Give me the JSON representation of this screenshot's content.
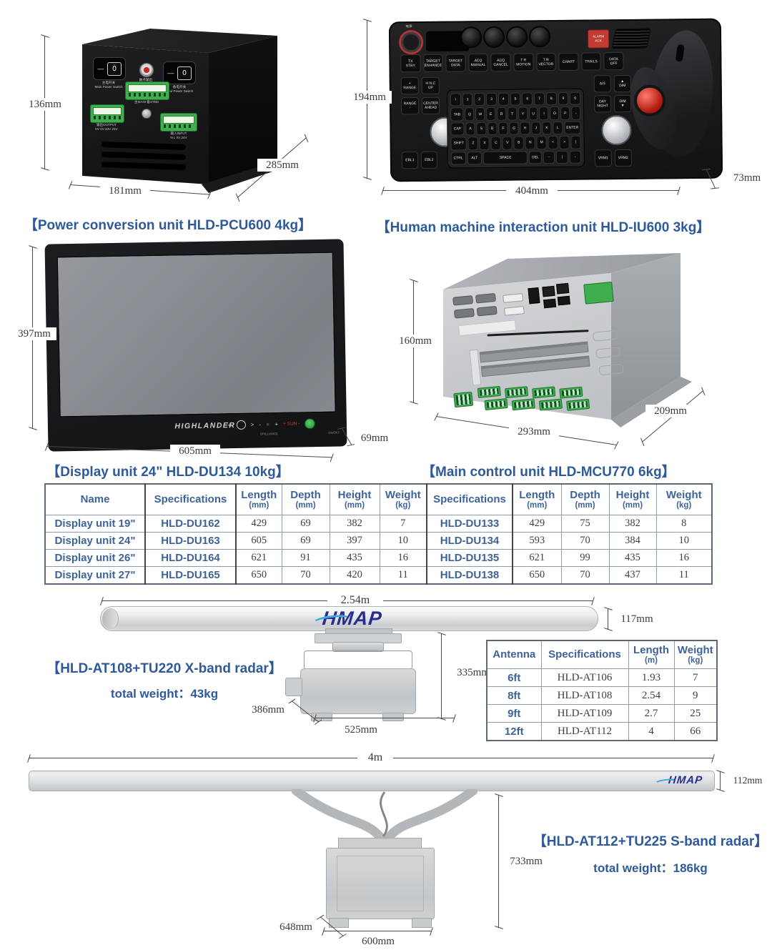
{
  "colors": {
    "accent": "#2e5a9b",
    "table_border": "#8e9bad",
    "logo_blue": "#282d8e",
    "logo_wave": "#45a7de",
    "alarm_red": "#c23b34"
  },
  "pcu": {
    "title": "【Power conversion unit  HLD-PCU600 4kg】",
    "dim_height": "136mm",
    "dim_width": "181mm",
    "dim_depth": "285mm",
    "switch_dash": "—",
    "switch_value": "0",
    "main_switch": "主电开关\nMain Power Switch",
    "stby_switch": "备电开关\nStbd Power Switch",
    "contact_label": "触点输出",
    "selector_label": "主MAIN  备STBD",
    "output_label": "输出OUTPUT\n0V 0V 24V 24V",
    "input_label": "输入INPUT\nN L 0V 24V"
  },
  "hmi": {
    "title": "【Human machine interaction unit HLD-IU600 3kg】",
    "dim_height": "194mm",
    "dim_width": "404mm",
    "dim_depth": "73mm",
    "power_label": "电源",
    "alarm_key": "ALARM\nACK",
    "function_keys": [
      "TX\nSTBY",
      "TARGET\nENHANCE",
      "TARGET\nDATA",
      "ACQ\nMANUAL",
      "ACQ\nCANCEL",
      "T R\nMOTION",
      "T R\nVECTOR",
      "CHART",
      "TRAILS",
      "DATA\nOFF"
    ],
    "left_keys_1": [
      "+\nRANGE",
      "H N C\nUP"
    ],
    "left_keys_2": [
      "RANGE\n-",
      "CENTER\nAHEAD"
    ],
    "left_keys_3": [
      "EBL1",
      "EBL2"
    ],
    "right_keys_1": [
      "AIS",
      "▲\nDIM"
    ],
    "right_keys_2": [
      "DAY\nNIGHT",
      "DIM\n▼"
    ],
    "right_keys_3": [
      "VRM1",
      "VRM2"
    ],
    "kb_row_1": [
      "\\",
      "1",
      "2",
      "3",
      "4",
      "5",
      "6",
      "7",
      "8",
      "9",
      "0"
    ],
    "kb_row_2": [
      "TAB",
      "Q",
      "W",
      "E",
      "R",
      "T",
      "Y",
      "U",
      "I",
      "O",
      "P",
      "-"
    ],
    "kb_row_3": [
      "CAP",
      "A",
      "S",
      "D",
      "F",
      "G",
      "H",
      "J",
      "K",
      "L",
      "ENTER"
    ],
    "kb_row_4": [
      "SHIFT",
      "Z",
      "X",
      "C",
      "V",
      "B",
      "N",
      "M",
      "<",
      ">",
      "|"
    ],
    "kb_row_5": [
      "CTRL",
      "ALT",
      "SPACE",
      "DEL",
      "-",
      "|",
      "-"
    ]
  },
  "display": {
    "title": "【Display unit 24\" HLD-DU134 10kg】",
    "dim_height": "397mm",
    "dim_width": "605mm",
    "dim_depth": "69mm",
    "brand": "HIGHLANDER",
    "ctl_left": "<",
    "ctl_right": ">",
    "ctl_minus": "-",
    "ctl_sun_icon": "☼",
    "ctl_plus": "+",
    "ctl_brilliance": "BRILLIANCE",
    "ctl_sun": "+ SUN -",
    "ctl_onoff": "ON/OFF"
  },
  "mcu": {
    "title": "【Main control unit HLD-MCU770 6kg】",
    "dim_height": "160mm",
    "dim_width": "293mm",
    "dim_depth": "209mm"
  },
  "spec_table": {
    "headers": [
      {
        "t": "Name",
        "u": ""
      },
      {
        "t": "Specifications",
        "u": ""
      },
      {
        "t": "Length",
        "u": "(mm)"
      },
      {
        "t": "Depth",
        "u": "(mm)"
      },
      {
        "t": "Height",
        "u": "(mm)"
      },
      {
        "t": "Weight",
        "u": "(kg)"
      },
      {
        "t": "Specifications",
        "u": ""
      },
      {
        "t": "Length",
        "u": "(mm)"
      },
      {
        "t": "Depth",
        "u": "(mm)"
      },
      {
        "t": "Height",
        "u": "(mm)"
      },
      {
        "t": "Weight",
        "u": "(kg)"
      }
    ],
    "rows": [
      [
        "Display unit 19\"",
        "HLD-DU162",
        "429",
        "69",
        "382",
        "7",
        "HLD-DU133",
        "429",
        "75",
        "382",
        "8"
      ],
      [
        "Display unit 24\"",
        "HLD-DU163",
        "605",
        "69",
        "397",
        "10",
        "HLD-DU134",
        "593",
        "70",
        "384",
        "10"
      ],
      [
        "Display unit 26\"",
        "HLD-DU164",
        "621",
        "91",
        "435",
        "16",
        "HLD-DU135",
        "621",
        "99",
        "435",
        "16"
      ],
      [
        "Display unit 27\"",
        "HLD-DU165",
        "650",
        "70",
        "420",
        "11",
        "HLD-DU138",
        "650",
        "70",
        "437",
        "11"
      ]
    ]
  },
  "xband": {
    "title": "【HLD-AT108+TU220  X-band radar】",
    "weight": "total weight：43kg",
    "logo": "HMAP",
    "dim_span": "2.54m",
    "dim_h": "117mm",
    "dim_unit_h": "335mm",
    "dim_unit_d": "386mm",
    "dim_unit_w": "525mm"
  },
  "antenna_table": {
    "headers": [
      {
        "t": "Antenna",
        "u": ""
      },
      {
        "t": "Specifications",
        "u": ""
      },
      {
        "t": "Length",
        "u": "(m)"
      },
      {
        "t": "Weight",
        "u": "(kg)"
      }
    ],
    "rows": [
      [
        "6ft",
        "HLD-AT106",
        "1.93",
        "7"
      ],
      [
        "8ft",
        "HLD-AT108",
        "2.54",
        "9"
      ],
      [
        "9ft",
        "HLD-AT109",
        "2.7",
        "25"
      ],
      [
        "12ft",
        "HLD-AT112",
        "4",
        "66"
      ]
    ]
  },
  "sband": {
    "title": "【HLD-AT112+TU225  S-band radar】",
    "weight": "total weight：186kg",
    "logo": "HMAP",
    "dim_span": "4m",
    "dim_h": "112mm",
    "dim_unit_h": "733mm",
    "dim_unit_d": "648mm",
    "dim_unit_w": "600mm"
  }
}
